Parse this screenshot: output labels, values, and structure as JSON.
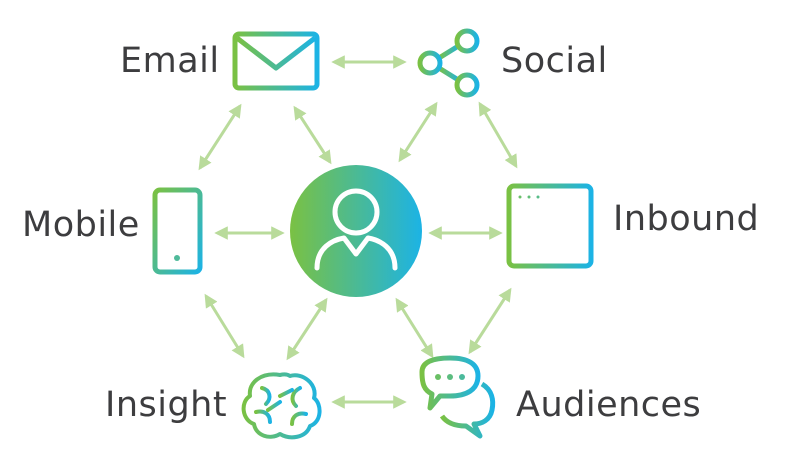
{
  "nodes": {
    "email": "Email",
    "social": "Social",
    "mobile": "Mobile",
    "inbound": "Inbound",
    "insight": "Insight",
    "audiences": "Audiences"
  },
  "colors": {
    "gradient_start": "#7ac143",
    "gradient_end": "#1cb3e5",
    "arrow": "#b9db9b",
    "label": "#3d3d3f"
  },
  "icons": [
    "envelope-icon",
    "share-icon",
    "mobile-phone-icon",
    "browser-window-icon",
    "brain-icon",
    "chat-bubbles-icon",
    "user-icon"
  ]
}
